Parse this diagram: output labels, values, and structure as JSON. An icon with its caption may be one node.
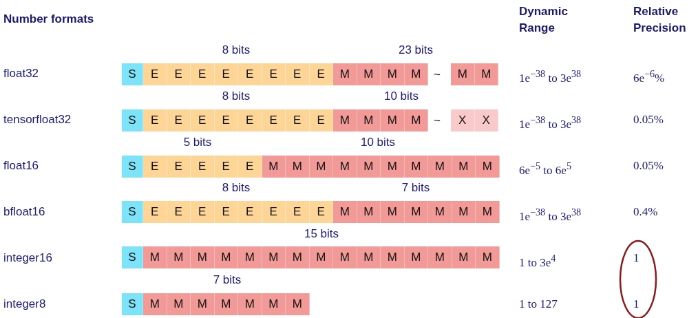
{
  "diagram": {
    "title": "Number formats",
    "nodes": [
      {
        "text": [
          "S"
        ]
      },
      {
        "text": [
          "E"
        ]
      },
      {
        "text": [
          "E"
        ]
      },
      {
        "text": [
          "E"
        ]
      },
      {
        "text": [
          "E"
        ]
      },
      {
        "text": [
          "E"
        ]
      },
      {
        "text": [
          "E"
        ]
      },
      {
        "text": [
          "E"
        ]
      },
      {
        "text": [
          "E"
        ]
      },
      {
        "text": [
          "M"
        ]
      },
      {
        "text": [
          "M"
        ]
      },
      {
        "text": [
          "M"
        ]
      },
      {
        "text": [
          "M"
        ]
      },
      {
        "text": [
          "M"
        ]
      },
      {
        "text": [
          "M"
        ]
      },
      {
        "text": [
          "S"
        ]
      },
      {
        "text": [
          "E"
        ]
      },
      {
        "text": [
          "E"
        ]
      },
      {
        "text": [
          "E"
        ]
      },
      {
        "text": [
          "E"
        ]
      },
      {
        "text": [
          "E"
        ]
      },
      {
        "text": [
          "E"
        ]
      },
      {
        "text": [
          "E"
        ]
      },
      {
        "text": [
          "E"
        ]
      },
      {
        "text": [
          "M"
        ]
      },
      {
        "text": [
          "M"
        ]
      },
      {
        "text": [
          "M"
        ]
      },
      {
        "text": [
          "M"
        ]
      },
      {
        "text": [
          "X"
        ]
      },
      {
        "text": [
          "X"
        ]
      },
      {
        "text": [
          "S"
        ]
      },
      {
        "text": [
          "E"
        ]
      },
      {
        "text": [
          "E"
        ]
      },
      {
        "text": [
          "E"
        ]
      },
      {
        "text": [
          "E"
        ]
      },
      {
        "text": [
          "E"
        ]
      },
      {
        "text": [
          "M"
        ]
      },
      {
        "text": [
          "M"
        ]
      },
      {
        "text": [
          "M"
        ]
      },
      {
        "text": [
          "M"
        ]
      },
      {
        "text": [
          "M"
        ]
      },
      {
        "text": [
          "M"
        ]
      },
      {
        "text": [
          "M"
        ]
      },
      {
        "text": [
          "M"
        ]
      },
      {
        "text": [
          "M"
        ]
      },
      {
        "text": [
          "M"
        ]
      },
      {
        "text": [
          "S"
        ]
      },
      {
        "text": [
          "E"
        ]
      },
      {
        "text": [
          "E"
        ]
      },
      {
        "text": [
          "E"
        ]
      },
      {
        "text": [
          "E"
        ]
      },
      {
        "text": [
          "E"
        ]
      },
      {
        "text": [
          "E"
        ]
      },
      {
        "text": [
          "E"
        ]
      },
      {
        "text": [
          "E"
        ]
      },
      {
        "text": [
          "M"
        ]
      },
      {
        "text": [
          "M"
        ]
      },
      {
        "text": [
          "M"
        ]
      },
      {
        "text": [
          "M"
        ]
      },
      {
        "text": [
          "M"
        ]
      },
      {
        "text": [
          "M"
        ]
      },
      {
        "text": [
          "M"
        ]
      },
      {
        "text": [
          "S"
        ]
      },
      {
        "text": [
          "M"
        ]
      },
      {
        "text": [
          "M"
        ]
      },
      {
        "text": [
          "M"
        ]
      },
      {
        "text": [
          "M"
        ]
      },
      {
        "text": [
          "M"
        ]
      },
      {
        "text": [
          "M"
        ]
      },
      {
        "text": [
          "M"
        ]
      },
      {
        "text": [
          "M"
        ]
      },
      {
        "text": [
          "M"
        ]
      },
      {
        "text": [
          "M"
        ]
      },
      {
        "text": [
          "M"
        ]
      },
      {
        "text": [
          "M"
        ]
      },
      {
        "text": [
          "M"
        ]
      },
      {
        "text": [
          "M"
        ]
      },
      {
        "text": [
          "M"
        ]
      },
      {
        "text": [
          "S"
        ]
      },
      {
        "text": [
          "M"
        ]
      },
      {
        "text": [
          "M"
        ]
      },
      {
        "text": [
          "M"
        ]
      },
      {
        "text": [
          "M"
        ]
      },
      {
        "text": [
          "M"
        ]
      },
      {
        "text": [
          "M"
        ]
      },
      {
        "text": [
          "M"
        ]
      }
    ],
    "labels": [
      "Dynamic Range",
      "Relative Precision",
      "8 bits",
      "23 bits",
      "float32",
      "~",
      "1e$^{−38}$ to 3e$^{38}$",
      "6e$^{−6}$%",
      "8 bits",
      "10 bits",
      "tensorfloat32",
      "~",
      "1e$^{−38}$ to 3e$^{38}$",
      "0.05%",
      "5 bits",
      "10 bits",
      "float16",
      "6e$^{−5}$ to 6e$^{5}$",
      "0.05%",
      "8 bits",
      "7 bits",
      "bfloat16",
      "1e$^{−38}$ to 3e$^{38}$",
      "0.4%",
      "15 bits",
      "integer16",
      "1 to 3e$^{4}$",
      "1",
      "7 bits",
      "integer8",
      "1 to 127",
      "1"
    ]
  }
}
